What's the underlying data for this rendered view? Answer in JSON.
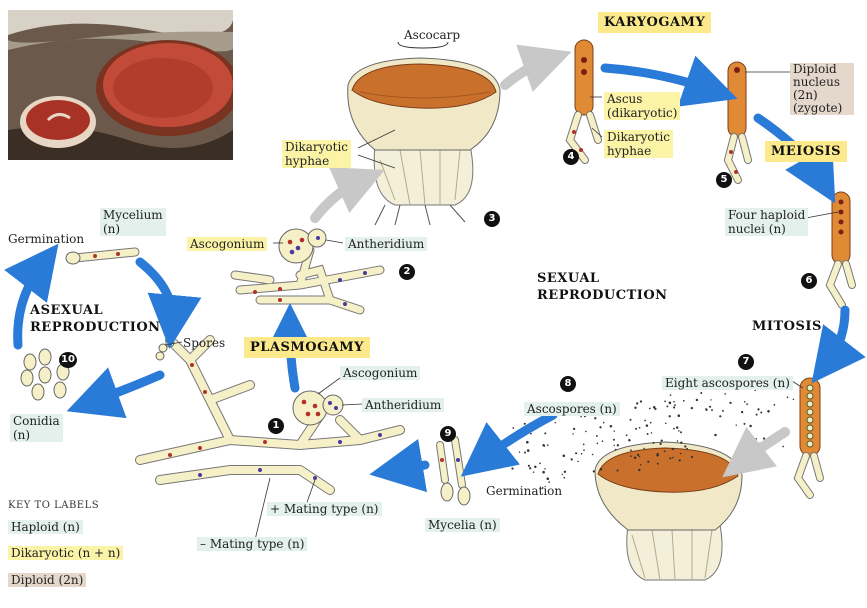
{
  "labels": {
    "ascocarp": "Ascocarp",
    "karyogamy": "KARYOGAMY",
    "diploid_nucleus": [
      "Diploid",
      "nucleus",
      "(2n)",
      "(zygote)"
    ],
    "ascus": [
      "Ascus",
      "(dikaryotic)"
    ],
    "dikaryotic_hyphae_right": [
      "Dikaryotic",
      "hyphae"
    ],
    "dikaryotic_hyphae_left": [
      "Dikaryotic",
      "hyphae"
    ],
    "meiosis": "MEIOSIS",
    "four_haploid": [
      "Four haploid",
      "nuclei (n)"
    ],
    "sexual": [
      "SEXUAL",
      "REPRODUCTION"
    ],
    "mitosis": "MITOSIS",
    "eight_ascospores": "Eight ascospores (n)",
    "ascospores": "Ascospores (n)",
    "germination_right": "Germination",
    "mycelia": "Mycelia (n)",
    "mating_plus": "+ Mating type (n)",
    "mating_minus": "– Mating type (n)",
    "ascogonium_top": "Ascogonium",
    "antheridium_top": "Antheridium",
    "ascogonium_bottom": "Ascogonium",
    "antheridium_bottom": "Antheridium",
    "plasmogamy": "PLASMOGAMY",
    "spores": "Spores",
    "germination_left": "Germination",
    "mycelium": [
      "Mycelium",
      "(n)"
    ],
    "asexual": [
      "ASEXUAL",
      "REPRODUCTION"
    ],
    "conidia": [
      "Conidia",
      "(n)"
    ]
  },
  "steps": [
    "1",
    "2",
    "3",
    "4",
    "5",
    "6",
    "7",
    "8",
    "9",
    "10"
  ],
  "key": {
    "title": "KEY TO LABELS",
    "haploid": "Haploid (n)",
    "dikaryotic": "Dikaryotic (n + n)",
    "diploid": "Diploid (2n)"
  },
  "colors": {
    "arrow_blue": "#2a7ad8",
    "arrow_gray": "#c8c8c8",
    "hypha_fill": "#f6f0c8",
    "haploid_key": "#e3f0ec",
    "dikaryotic_key": "#fbf3a6",
    "diploid_key": "#e4d8cc",
    "cup_orange": "#c8702c",
    "ascus_orange": "#e08a35",
    "nucleus_red": "#b0302a"
  }
}
